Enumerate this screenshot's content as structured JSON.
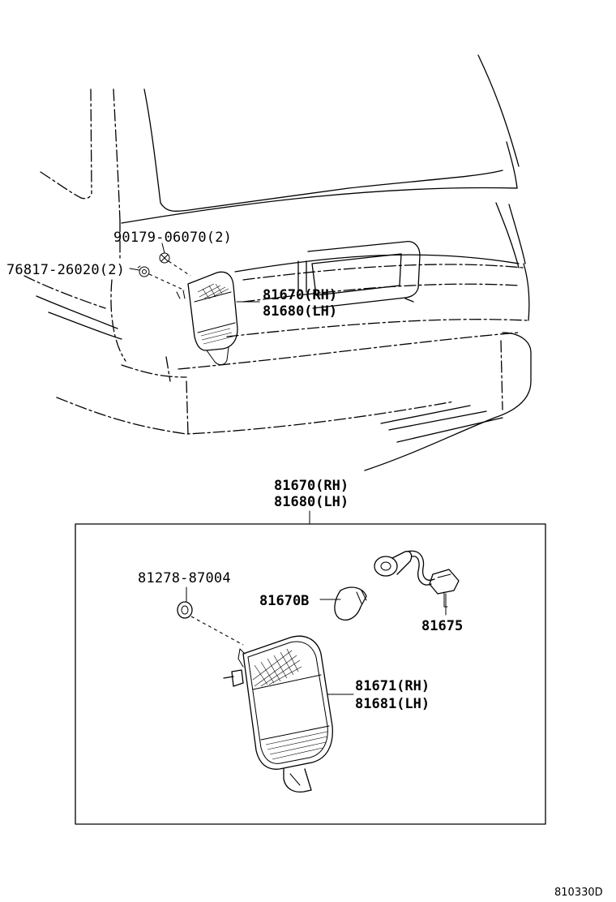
{
  "callouts": {
    "top_screw": "90179-06070(2)",
    "top_clip": "76817-26020(2)",
    "top_lamp_rh": "81670(RH)",
    "top_lamp_lh": "81680(LH)",
    "box_lamp_rh": "81670(RH)",
    "box_lamp_lh": "81680(LH)",
    "gasket": "81278-87004",
    "bulb": "81670B",
    "socket": "81675",
    "lens_rh": "81671(RH)",
    "lens_lh": "81681(LH)"
  },
  "figure_id": "810330D"
}
